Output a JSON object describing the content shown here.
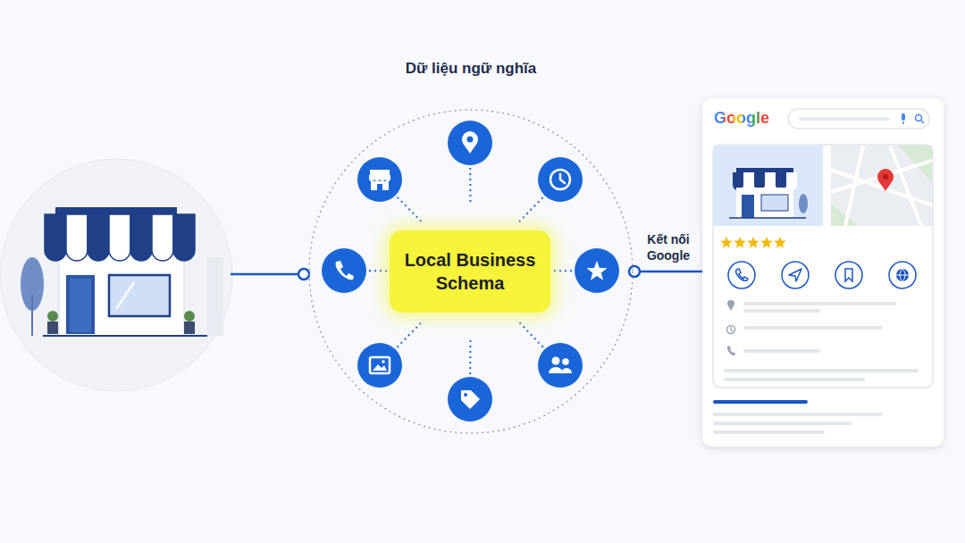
{
  "diagram": {
    "nodes": [
      {
        "text": [
          "Dữ liệu ngữ nghĩa"
        ]
      },
      {
        "text": [
          "Local Business Schema"
        ],
        "in": 0
      },
      {
        "text": [
          "Google"
        ]
      }
    ],
    "edges": [
      {
        "from": 0,
        "to": 2,
        "arrow": "none",
        "label": "Kết nối Google"
      }
    ]
  }
}
